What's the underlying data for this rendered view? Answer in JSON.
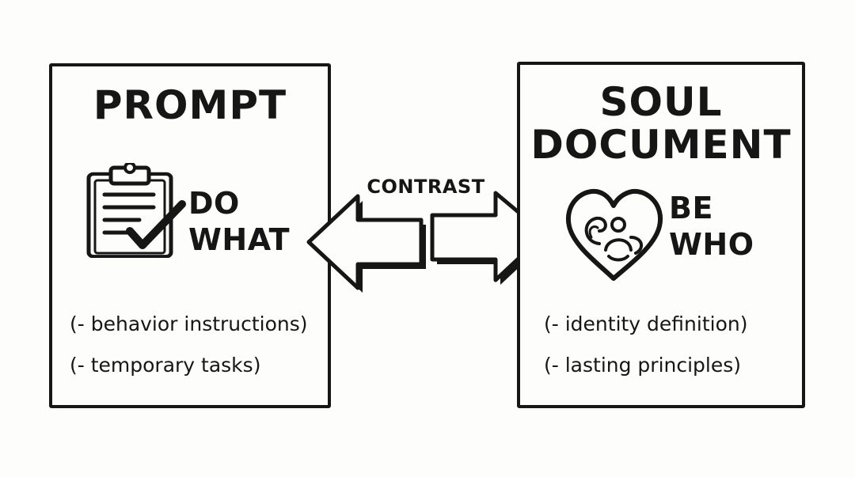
{
  "left": {
    "title": "PROMPT",
    "action_line1": "DO",
    "action_line2": "WHAT",
    "icon": "clipboard-check-icon",
    "notes": [
      "(- behavior instructions)",
      "(- temporary tasks)"
    ]
  },
  "right": {
    "title_line1": "SOUL",
    "title_line2": "DOCUMENT",
    "action_line1": "BE",
    "action_line2": "WHO",
    "icon": "heart-person-icon",
    "notes": [
      "(- identity definition)",
      "(- lasting principles)"
    ]
  },
  "center": {
    "label": "CONTRAST"
  }
}
